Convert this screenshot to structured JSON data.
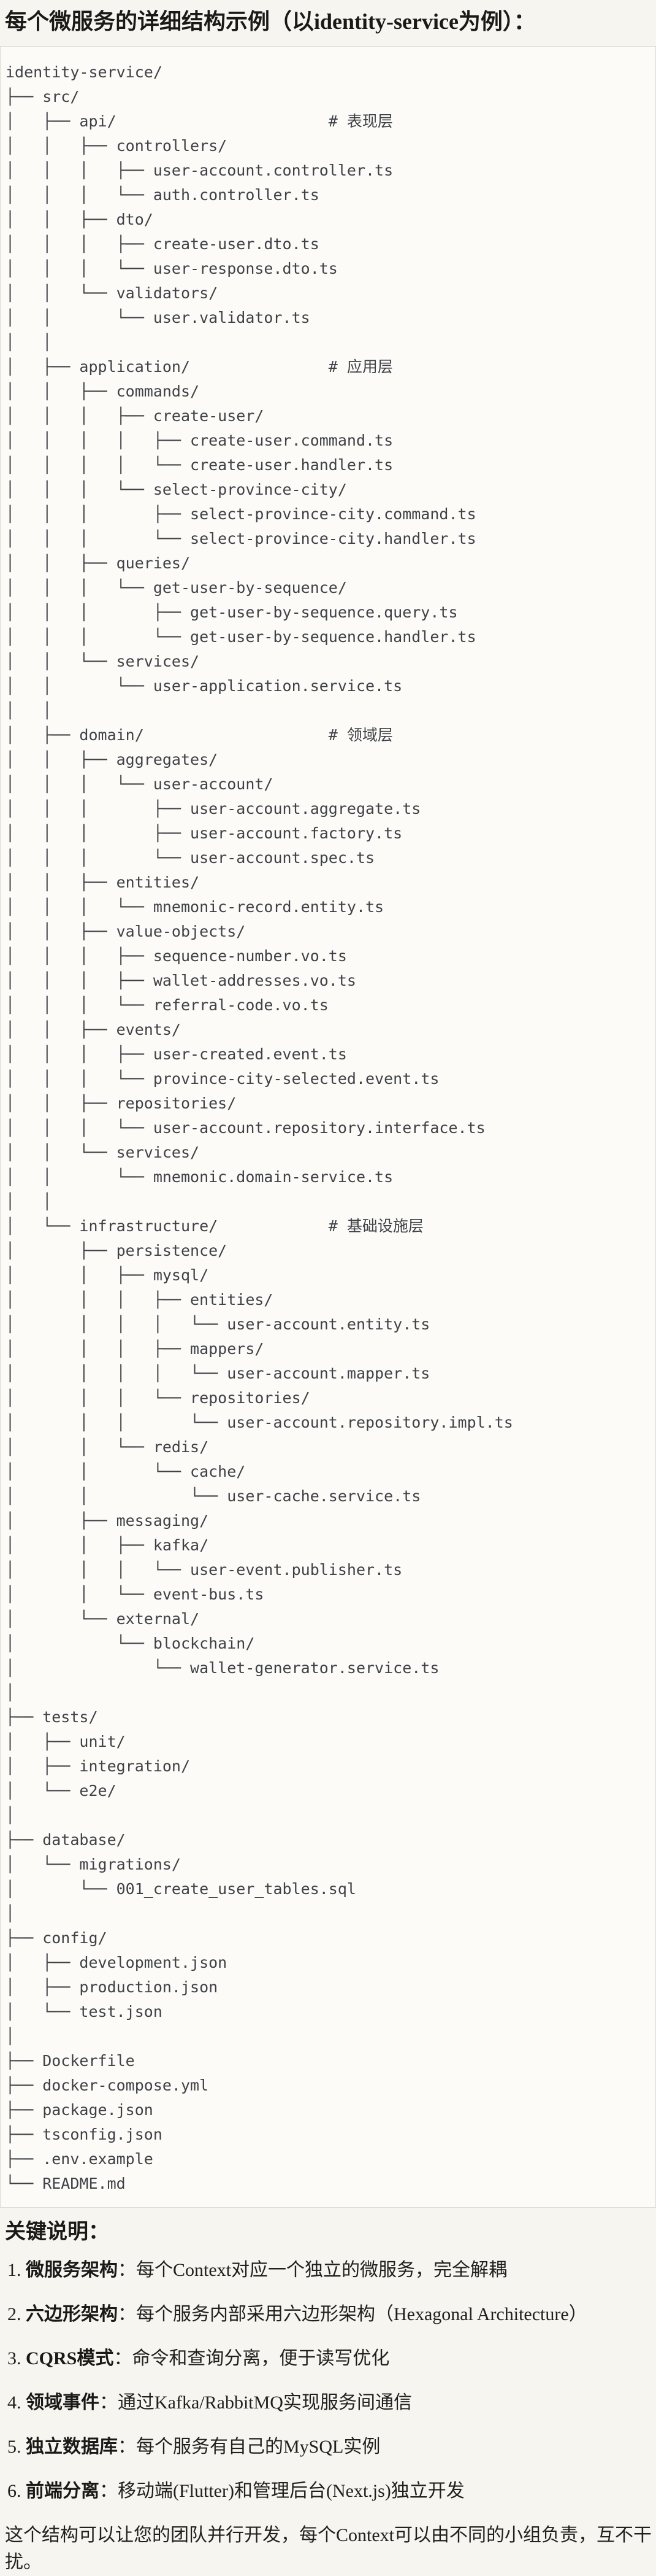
{
  "title": "每个微服务的详细结构示例（以identity-service为例）：",
  "tree": {
    "lines": [
      "identity-service/",
      "├── src/",
      "│   ├── api/                       # 表现层",
      "│   │   ├── controllers/",
      "│   │   │   ├── user-account.controller.ts",
      "│   │   │   └── auth.controller.ts",
      "│   │   ├── dto/",
      "│   │   │   ├── create-user.dto.ts",
      "│   │   │   └── user-response.dto.ts",
      "│   │   └── validators/",
      "│   │       └── user.validator.ts",
      "│   │",
      "│   ├── application/               # 应用层",
      "│   │   ├── commands/",
      "│   │   │   ├── create-user/",
      "│   │   │   │   ├── create-user.command.ts",
      "│   │   │   │   └── create-user.handler.ts",
      "│   │   │   └── select-province-city/",
      "│   │   │       ├── select-province-city.command.ts",
      "│   │   │       └── select-province-city.handler.ts",
      "│   │   ├── queries/",
      "│   │   │   └── get-user-by-sequence/",
      "│   │   │       ├── get-user-by-sequence.query.ts",
      "│   │   │       └── get-user-by-sequence.handler.ts",
      "│   │   └── services/",
      "│   │       └── user-application.service.ts",
      "│   │",
      "│   ├── domain/                    # 领域层",
      "│   │   ├── aggregates/",
      "│   │   │   └── user-account/",
      "│   │   │       ├── user-account.aggregate.ts",
      "│   │   │       ├── user-account.factory.ts",
      "│   │   │       └── user-account.spec.ts",
      "│   │   ├── entities/",
      "│   │   │   └── mnemonic-record.entity.ts",
      "│   │   ├── value-objects/",
      "│   │   │   ├── sequence-number.vo.ts",
      "│   │   │   ├── wallet-addresses.vo.ts",
      "│   │   │   └── referral-code.vo.ts",
      "│   │   ├── events/",
      "│   │   │   ├── user-created.event.ts",
      "│   │   │   └── province-city-selected.event.ts",
      "│   │   ├── repositories/",
      "│   │   │   └── user-account.repository.interface.ts",
      "│   │   └── services/",
      "│   │       └── mnemonic.domain-service.ts",
      "│   │",
      "│   └── infrastructure/            # 基础设施层",
      "│       ├── persistence/",
      "│       │   ├── mysql/",
      "│       │   │   ├── entities/",
      "│       │   │   │   └── user-account.entity.ts",
      "│       │   │   ├── mappers/",
      "│       │   │   │   └── user-account.mapper.ts",
      "│       │   │   └── repositories/",
      "│       │   │       └── user-account.repository.impl.ts",
      "│       │   └── redis/",
      "│       │       └── cache/",
      "│       │           └── user-cache.service.ts",
      "│       ├── messaging/",
      "│       │   ├── kafka/",
      "│       │   │   └── user-event.publisher.ts",
      "│       │   └── event-bus.ts",
      "│       └── external/",
      "│           └── blockchain/",
      "│               └── wallet-generator.service.ts",
      "│",
      "├── tests/",
      "│   ├── unit/",
      "│   ├── integration/",
      "│   └── e2e/",
      "│",
      "├── database/",
      "│   └── migrations/",
      "│       └── 001_create_user_tables.sql",
      "│",
      "├── config/",
      "│   ├── development.json",
      "│   ├── production.json",
      "│   └── test.json",
      "│",
      "├── Dockerfile",
      "├── docker-compose.yml",
      "├── package.json",
      "├── tsconfig.json",
      "├── .env.example",
      "└── README.md"
    ]
  },
  "notes": {
    "heading": "关键说明：",
    "items": [
      {
        "label": "微服务架构",
        "text": "：每个Context对应一个独立的微服务，完全解耦"
      },
      {
        "label": "六边形架构",
        "text": "：每个服务内部采用六边形架构（Hexagonal Architecture）"
      },
      {
        "label": "CQRS模式",
        "text": "：命令和查询分离，便于读写优化"
      },
      {
        "label": "领域事件",
        "text": "：通过Kafka/RabbitMQ实现服务间通信"
      },
      {
        "label": "独立数据库",
        "text": "：每个服务有自己的MySQL实例"
      },
      {
        "label": "前端分离",
        "text": "：移动端(Flutter)和管理后台(Next.js)独立开发"
      }
    ],
    "footer": "这个结构可以让您的团队并行开发，每个Context可以由不同的小组负责，互不干扰。"
  },
  "colors": {
    "page_bg": "#f7f5f0",
    "code_bg": "#fcfbf8",
    "code_border": "#dddbd5",
    "code_text": "#3e4146",
    "heading_text": "#191918",
    "body_text": "#21201e"
  }
}
